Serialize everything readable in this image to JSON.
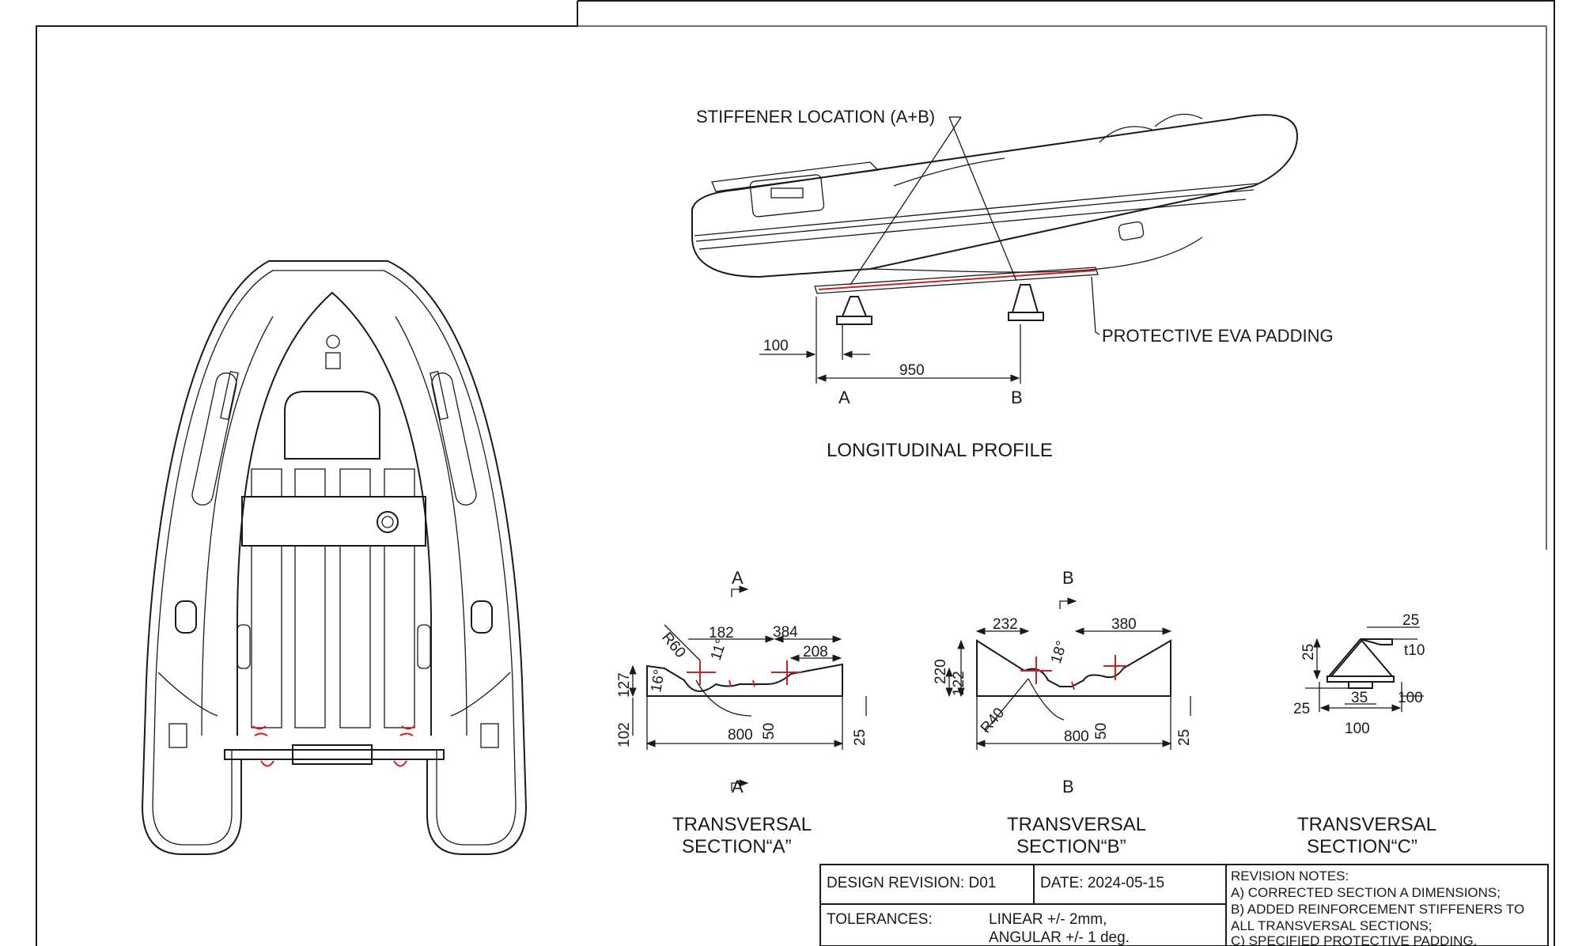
{
  "labels": {
    "stiffener_location": "STIFFENER LOCATION (A+B)",
    "protective_padding": "PROTECTIVE EVA PADDING",
    "longitudinal_profile": "LONGITUDINAL PROFILE",
    "station_a": "A",
    "station_b": "B"
  },
  "profile_dims": {
    "offset": "100",
    "span": "950"
  },
  "section_a": {
    "cut_label": "A",
    "caption_line1": "TRANSVERSAL",
    "caption_line2": "SECTION“A”",
    "dims": {
      "r60": "R60",
      "d182": "182",
      "d384": "384",
      "d208": "208",
      "ang11": "11°",
      "ang16": "16°",
      "d127": "127",
      "d102": "102",
      "d800": "800",
      "d50": "50",
      "d25": "25"
    }
  },
  "section_b": {
    "cut_label": "B",
    "caption_line1": "TRANSVERSAL",
    "caption_line2": "SECTION“B”",
    "dims": {
      "d232": "232",
      "d380": "380",
      "ang18": "18°",
      "d220": "220",
      "d122": "122",
      "r40": "R40",
      "d800": "800",
      "d50": "50",
      "d25": "25"
    }
  },
  "section_c": {
    "caption_line1": "TRANSVERSAL",
    "caption_line2": "SECTION“C”",
    "dims": {
      "d25_top": "25",
      "t10": "t10",
      "d25_left": "25",
      "d35": "35",
      "d100_right": "100",
      "d25_bottom": "25",
      "d100_bottom": "100"
    }
  },
  "title_block": {
    "design_revision": "DESIGN REVISION: D01",
    "date": "DATE: 2024-05-15",
    "tolerances_label": "TOLERANCES:",
    "tol_linear": "LINEAR +/- 2mm,",
    "tol_angular": "ANGULAR +/- 1 deg.",
    "notes_title": "REVISION NOTES:",
    "note_a": "A) CORRECTED SECTION A DIMENSIONS;",
    "note_b1": "B) ADDED REINFORCEMENT STIFFENERS TO",
    "note_b2": "ALL TRANSVERSAL SECTIONS;",
    "note_c": "C) SPECIFIED PROTECTIVE PADDING."
  }
}
